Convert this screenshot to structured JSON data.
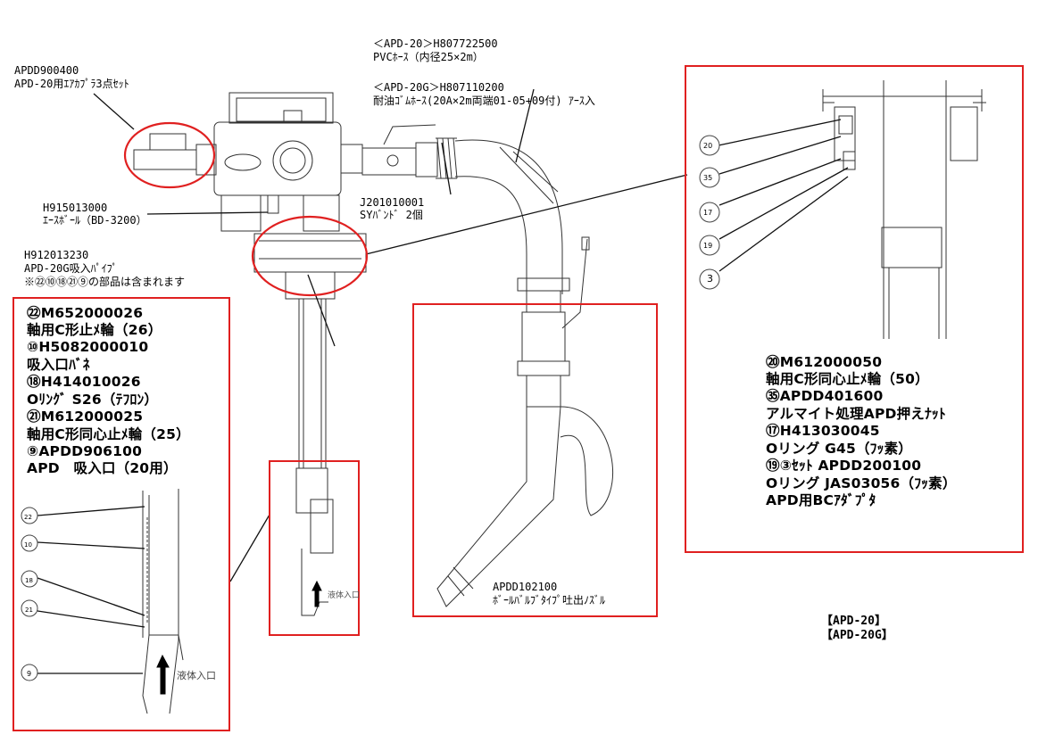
{
  "labels": {
    "coupler_code": "APDD900400",
    "coupler_desc": "APD-20用ｴｱｶﾌﾟﾗ3点ｾｯﾄ",
    "pvc_code": "＜APD-20＞H807722500",
    "pvc_desc": "PVCﾎｰｽ（内径25×2m）",
    "rubber_code": "＜APD-20G＞H807110200",
    "rubber_desc": "耐油ｺﾞﾑﾎｰｽ(20A×2m両端01-05+09付) ｱｰｽ入",
    "ball_code": "H915013000",
    "ball_desc": "ｴｰｽﾎﾞｰﾙ（BD-3200）",
    "band_code": "J201010001",
    "band_desc": "SYﾊﾞﾝﾄﾞ 2個",
    "pipe_code": "H912013230",
    "pipe_desc": "APD-20G吸入ﾊﾟｲﾌﾟ",
    "pipe_note": "※㉒⑩⑱㉑⑨の部品は含まれます",
    "nozzle_code": "APDD102100",
    "nozzle_desc": "ﾎﾞｰﾙﾊﾞﾙﾌﾞﾀｲﾌﾟ吐出ﾉｽﾞﾙ",
    "model_1": "【APD-20】",
    "model_2": "【APD-20G】",
    "liquid_inlet": "液体入口"
  },
  "left_panel": {
    "lines": [
      "㉒M652000026",
      "軸用C形止ﾒ輪（26）",
      "⑩H5082000010",
      "吸入口ﾊﾞﾈ",
      "⑱H414010026",
      "Oﾘﾝｸﾞ S26（ﾃﾌﾛﾝ）",
      "㉑M612000025",
      "軸用C形同心止ﾒ輪（25）",
      "⑨APDD906100",
      "APD　吸入口（20用）"
    ],
    "callouts": [
      "22",
      "10",
      "18",
      "21",
      "9"
    ],
    "inlet_label": "液体入口"
  },
  "right_panel": {
    "lines": [
      "⑳M612000050",
      "軸用C形同心止ﾒ輪（50）",
      "㉟APDD401600",
      "アルマイト処理APD押えﾅｯﾄ",
      "⑰H413030045",
      "Oリング G45（ﾌｯ素）",
      "⑲③ｾｯﾄ APDD200100",
      "Oリング JAS03056（ﾌｯ素）",
      "APD用BCｱﾀﾞﾌﾟﾀ"
    ],
    "callouts": [
      "20",
      "35",
      "17",
      "19",
      "3"
    ]
  }
}
